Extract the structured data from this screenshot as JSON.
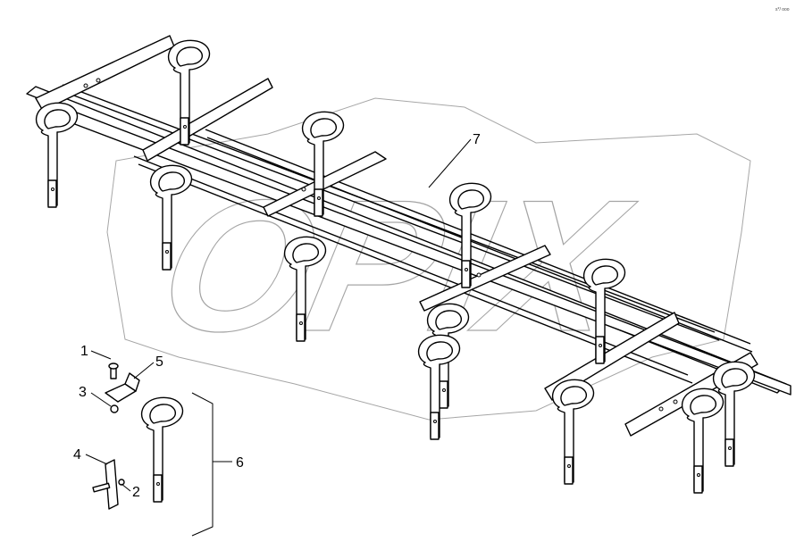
{
  "corner_mark": "s*/ ooo",
  "watermark": "OPIX",
  "callouts": [
    "1",
    "2",
    "3",
    "4",
    "5",
    "6",
    "7"
  ]
}
